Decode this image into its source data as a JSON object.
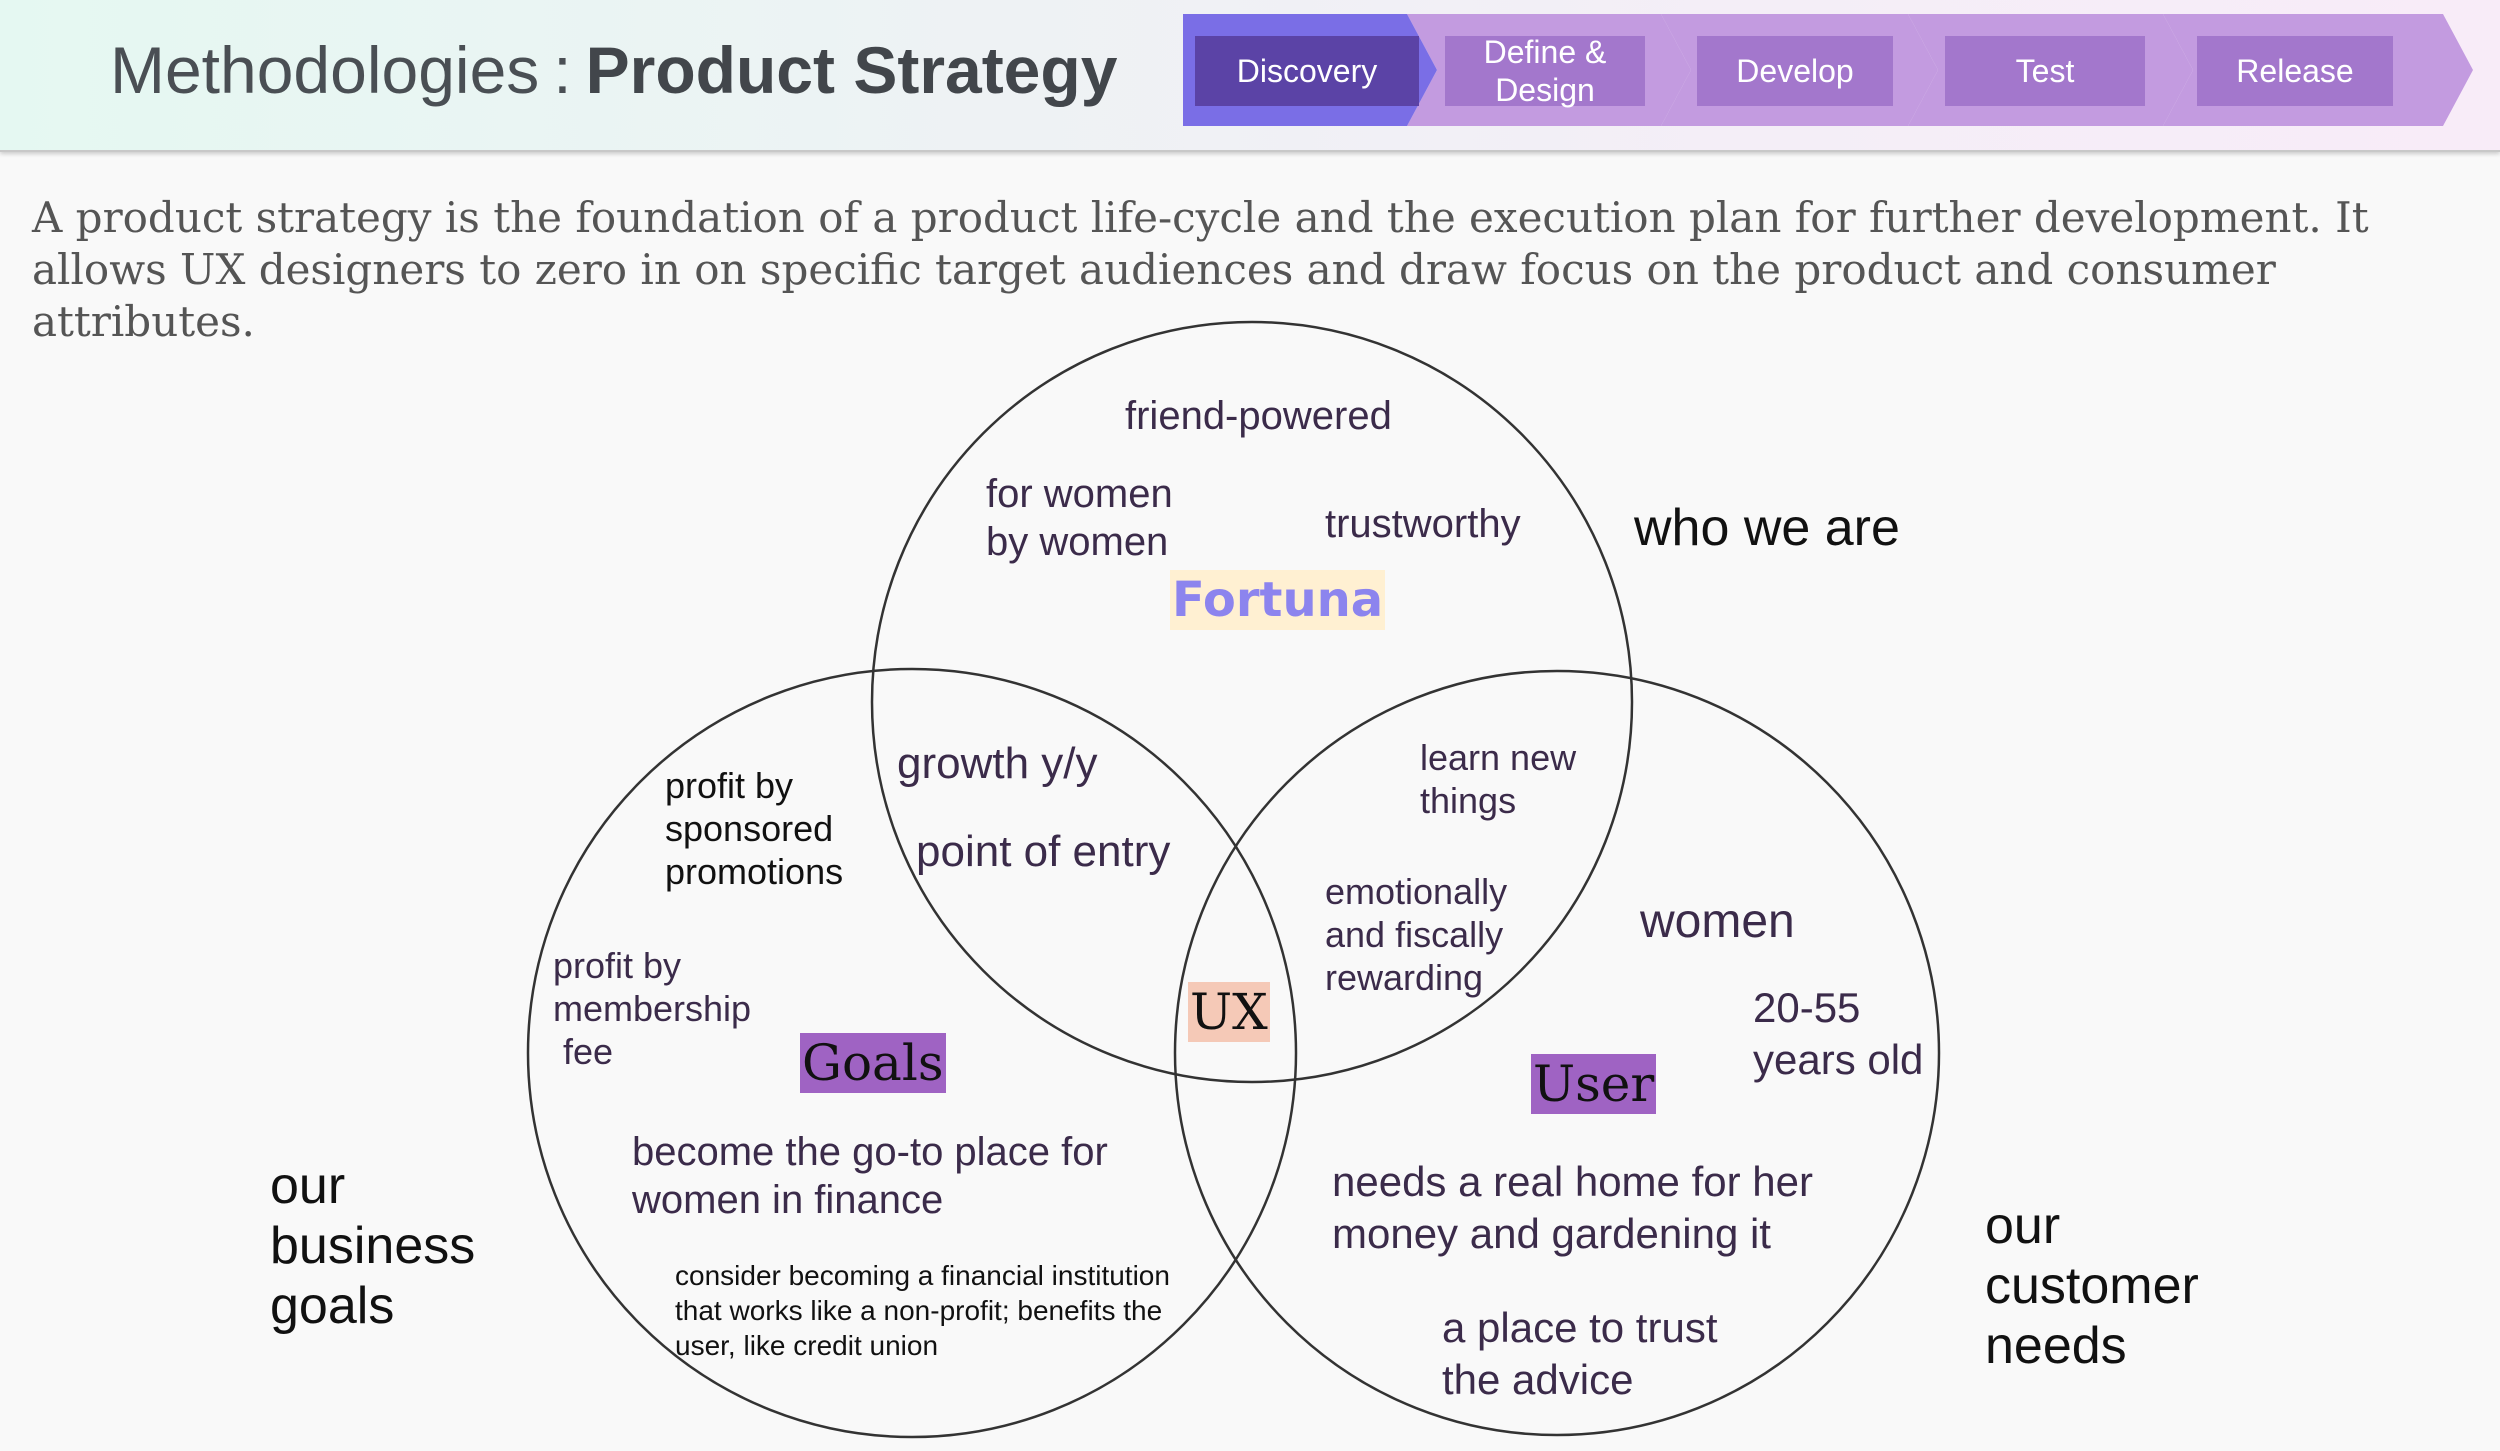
{
  "header": {
    "title_prefix": "Methodologies",
    "title_separator": ":",
    "title_main": "Product Strategy",
    "steps": [
      {
        "label": "Discovery",
        "active": true
      },
      {
        "label": "Define & Design",
        "active": false
      },
      {
        "label": "Develop",
        "active": false
      },
      {
        "label": "Test",
        "active": false
      },
      {
        "label": "Release",
        "active": false
      }
    ]
  },
  "intro": "A product strategy is the foundation of a product life-cycle and the execution plan for further development. It allows UX designers to zero in on specific target audiences and draw focus on the product and consumer attributes.",
  "venn": {
    "top": {
      "tag": "Fortuna",
      "items": [
        "friend-powered",
        "for women\nby women",
        "trustworthy"
      ]
    },
    "top_left": [
      "growth y/y",
      "point of entry"
    ],
    "top_right": [
      "learn new\nthings",
      "emotionally\nand fiscally\nrewarding"
    ],
    "center": "UX",
    "left": {
      "tag": "Goals",
      "items": [
        "profit by\nsponsored\npromotions",
        "profit by\nmembership\n fee",
        "become the go-to place for\nwomen in finance",
        "consider becoming a financial institution\nthat works like a non-profit; benefits the\nuser, like credit union"
      ]
    },
    "right": {
      "tag": "User",
      "items": [
        "women",
        "20-55\nyears old",
        "needs a real home for her\nmoney and gardening it",
        "a place to trust\nthe advice"
      ]
    },
    "outer_labels": {
      "who": "who we are",
      "business": "our\nbusiness\ngoals",
      "customer": "our\ncustomer\nneeds"
    }
  },
  "colors": {
    "active_step": "#5b43a6",
    "step_arrow": "#b98ed6",
    "tag_purple": "#9f63c3",
    "fortuna_text": "#8c84ee",
    "fortuna_bg": "#fff0d2",
    "ux_bg": "#f5c9b7"
  }
}
